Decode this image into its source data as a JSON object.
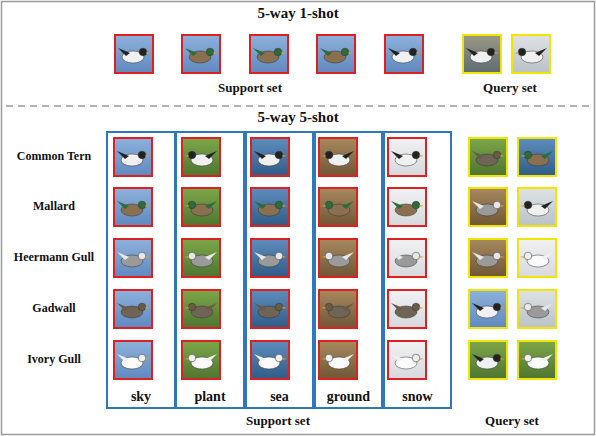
{
  "diagram": {
    "nodes": [
      {
        "text": [
          "sky"
        ]
      },
      {
        "text": [
          "plant"
        ]
      },
      {
        "text": [
          "sea"
        ]
      },
      {
        "text": [
          "ground"
        ]
      },
      {
        "text": [
          "snow"
        ]
      }
    ],
    "labels": [
      "5-way 1-shot",
      "Support set",
      "Query set",
      "5-way 5-shot",
      "Common Tern",
      "Mallard",
      "Heermann Gull",
      "Gadwall",
      "Ivory Gull",
      "Support set",
      "Query set"
    ]
  }
}
